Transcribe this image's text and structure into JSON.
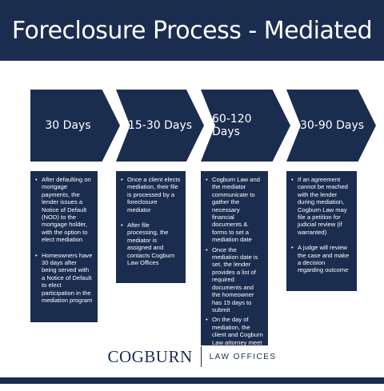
{
  "title": "Foreclosure Process - Mediated",
  "steps": [
    {
      "label": "30 Days",
      "bullets": [
        "After defaulting on mortgage payments, the lender issues a Notice of Default (NOD) to the mortgage holder, with the option to elect mediation",
        "Homeowners have 30 days after being served with a Notice of Default to elect participation in the mediation program"
      ]
    },
    {
      "label": "15-30 Days",
      "bullets": [
        "Once a client elects mediation, their file is processed by a foreclosure mediator",
        "After file processing, the mediator is assigned and contacts Cogburn Law Offices"
      ]
    },
    {
      "label": "60-120 Days",
      "bullets": [
        "Cogburn Law and the mediator communicate to gather the necessary financial documents & forms to set a mediation date",
        "Once the mediation date is set, the lender provides a list of required documents and the homeowner has 15 days to submit",
        "On the day of mediation, the client and Cogburn Law attorney meet with the lender and mediator to reach an agreement on the mortgage loan terms"
      ]
    },
    {
      "label": "30-90 Days",
      "bullets": [
        "If an agreement cannot be reached with the lender during mediation, Cogburn Law may file a petition for judicial review (if warranted)",
        "A judge will review the case and make a decision regarding outcome"
      ]
    }
  ],
  "footer": {
    "brand": "COGBURN",
    "sub": "LAW OFFICES"
  },
  "colors": {
    "navy": "#1b2d4f",
    "background": "#ffffff",
    "text_on_navy": "#ffffff"
  }
}
